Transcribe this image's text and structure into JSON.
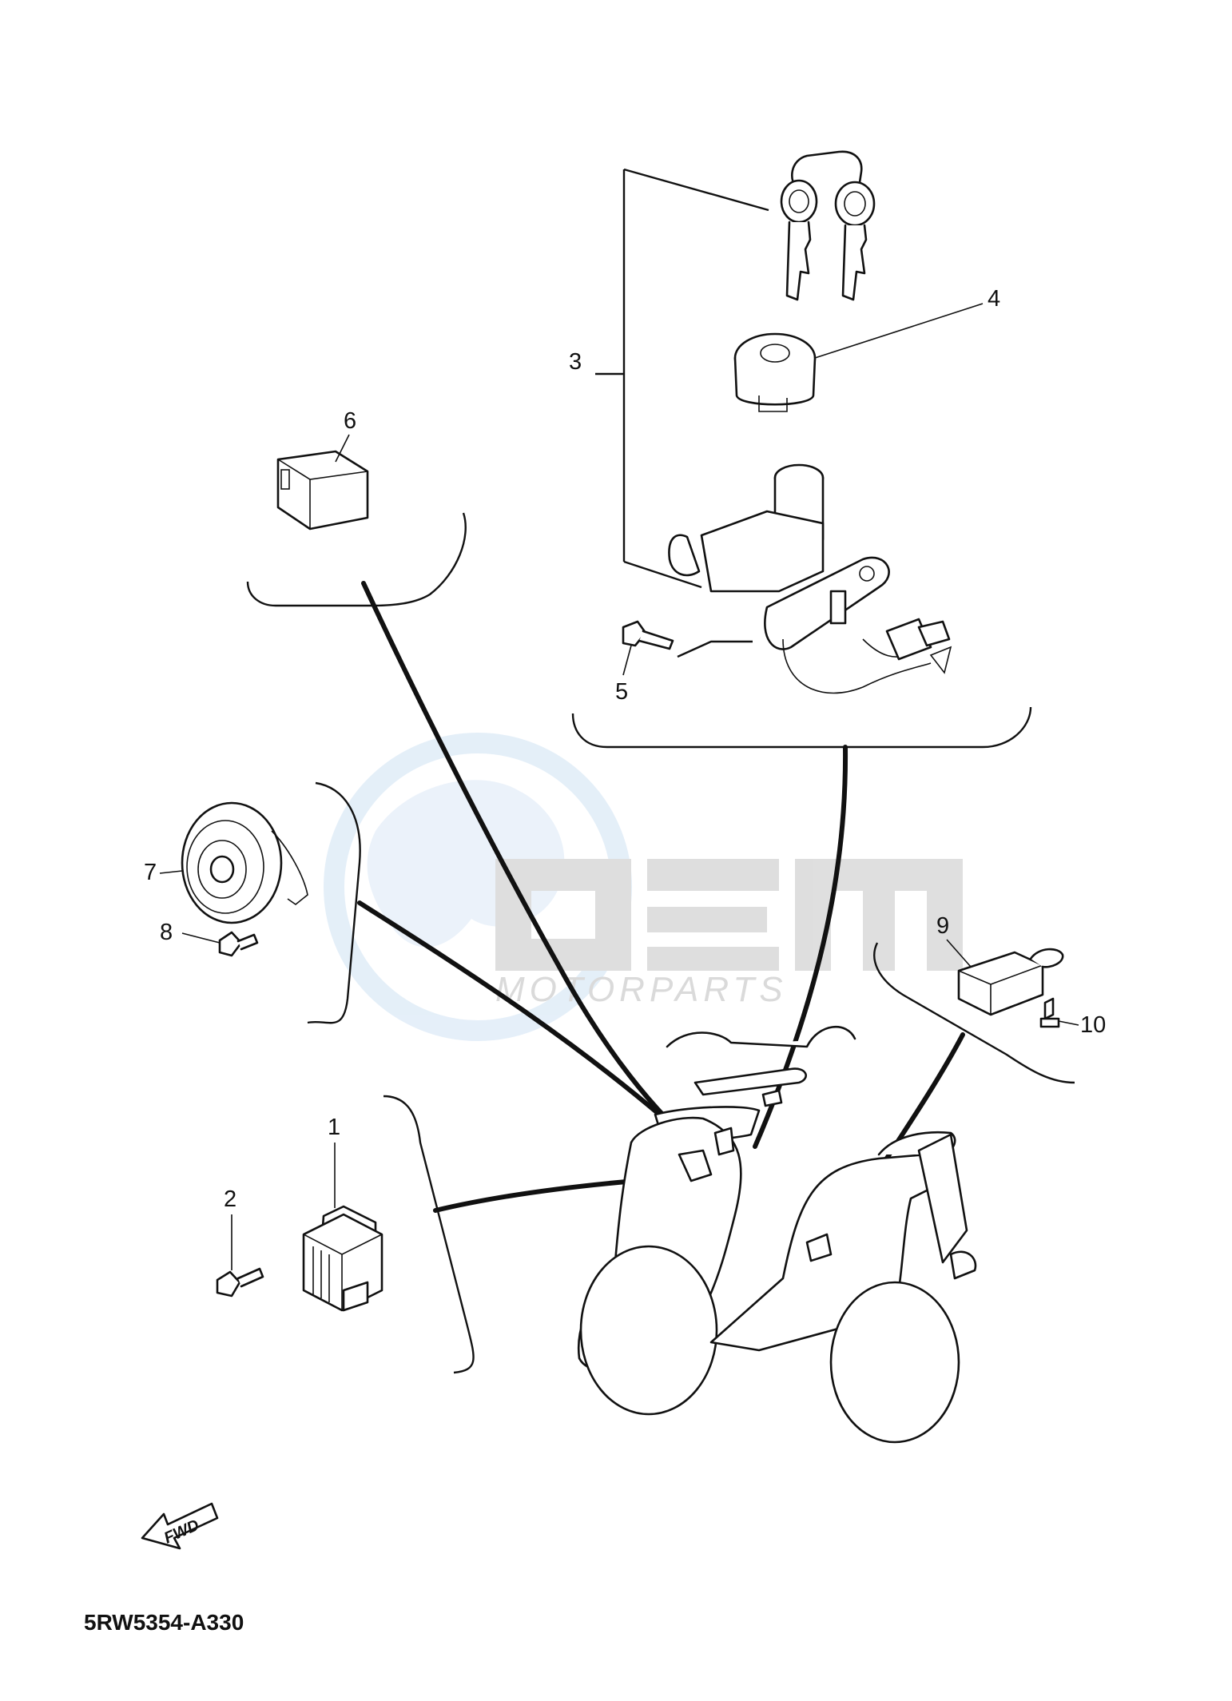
{
  "diagram": {
    "drawing_code": "5RW5354-A330",
    "direction_label": "FWD",
    "watermark": {
      "brand": "OEM",
      "sub": "MOTORPARTS"
    },
    "callouts": [
      "1",
      "2",
      "3",
      "4",
      "5",
      "6",
      "7",
      "8",
      "9",
      "10"
    ],
    "parts": [
      {
        "ref": "1",
        "icon": "regulator-rectifier-icon"
      },
      {
        "ref": "2",
        "icon": "bolt-icon"
      },
      {
        "ref": "3",
        "icon": "main-switch-assembly-icon"
      },
      {
        "ref": "4",
        "icon": "lock-cap-icon"
      },
      {
        "ref": "5",
        "icon": "bolt-icon"
      },
      {
        "ref": "6",
        "icon": "relay-icon"
      },
      {
        "ref": "7",
        "icon": "horn-icon"
      },
      {
        "ref": "8",
        "icon": "screw-icon"
      },
      {
        "ref": "9",
        "icon": "flasher-relay-icon"
      },
      {
        "ref": "10",
        "icon": "screw-icon"
      }
    ]
  }
}
